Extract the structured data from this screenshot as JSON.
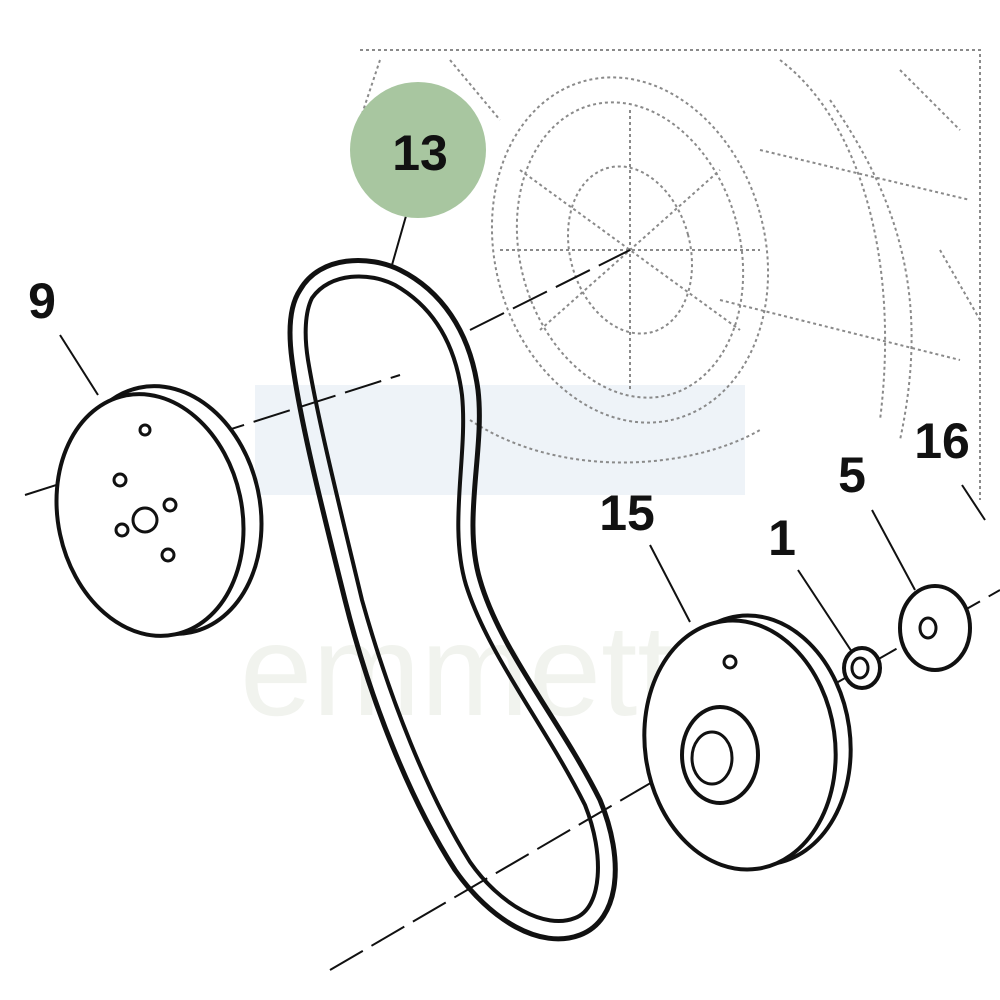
{
  "diagram": {
    "watermark": "emmetts",
    "callouts": [
      {
        "id": "9",
        "label": "9"
      },
      {
        "id": "13",
        "label": "13",
        "highlighted": true
      },
      {
        "id": "15",
        "label": "15"
      },
      {
        "id": "1",
        "label": "1"
      },
      {
        "id": "5",
        "label": "5"
      },
      {
        "id": "16",
        "label": "16"
      }
    ],
    "colors": {
      "highlight": "#a8c6a0",
      "line": "#111111",
      "ghost": "#9a9a9a"
    }
  }
}
